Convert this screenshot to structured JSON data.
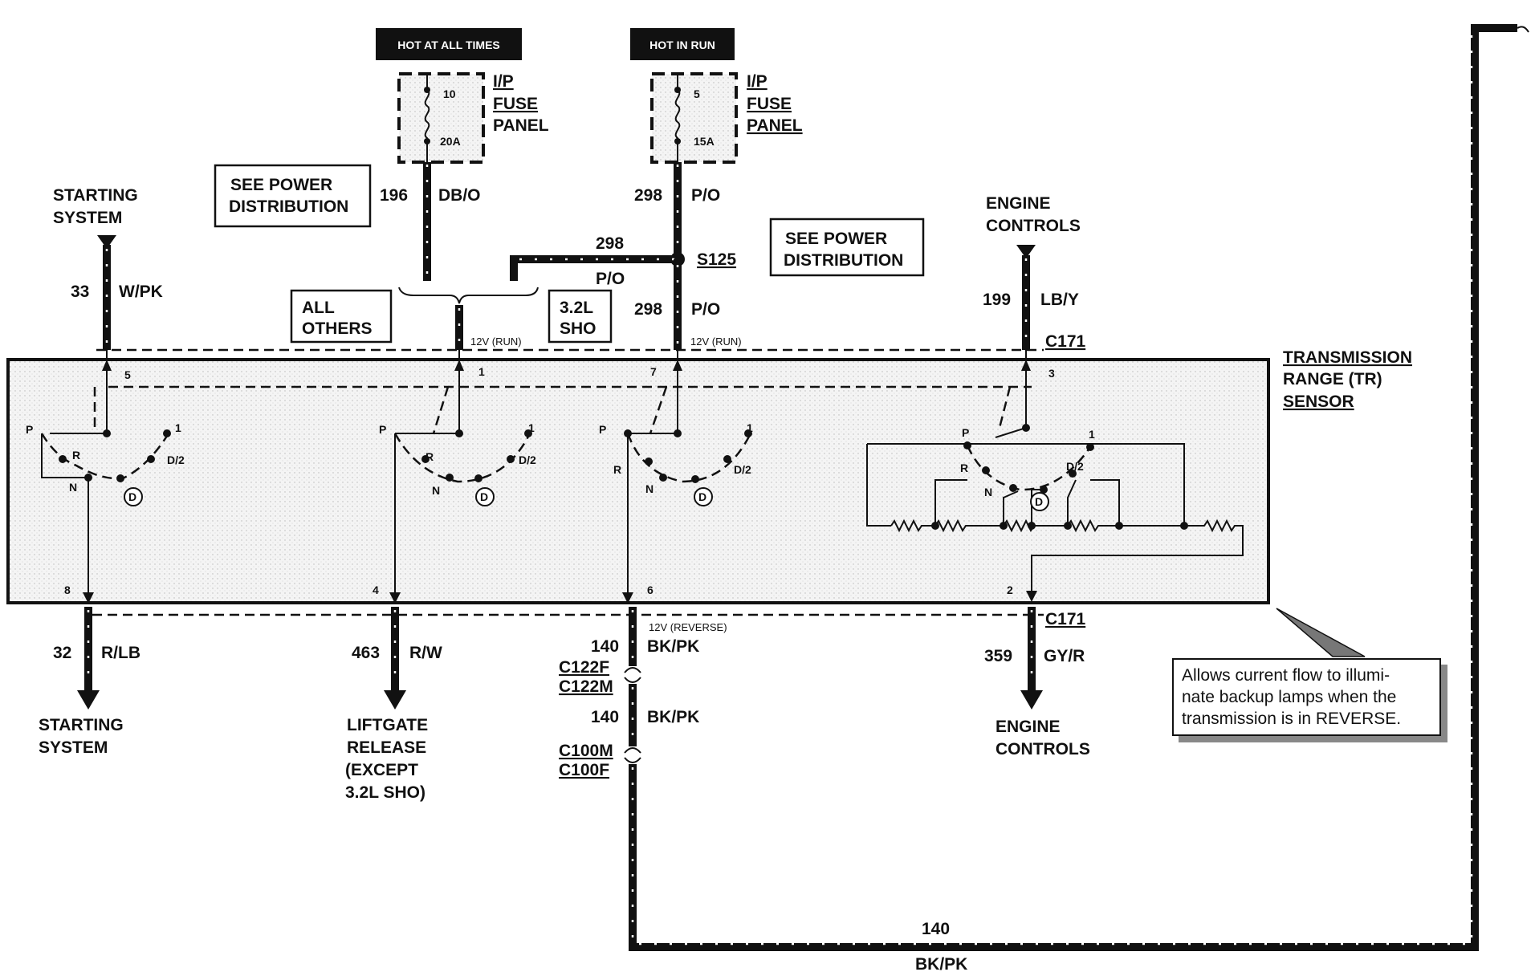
{
  "power": {
    "hot_at_all_times": "HOT AT ALL TIMES",
    "hot_in_run": "HOT IN RUN",
    "fuse1": {
      "panel": [
        "I/P",
        "FUSE",
        "PANEL"
      ],
      "number": "10",
      "rating": "20A"
    },
    "fuse2": {
      "panel": [
        "I/P",
        "FUSE",
        "PANEL"
      ],
      "number": "5",
      "rating": "15A"
    },
    "see_power_distribution": [
      "SEE POWER",
      "DISTRIBUTION"
    ]
  },
  "circuits": {
    "c196": {
      "number": "196",
      "color": "DB/O"
    },
    "c298_top": {
      "number": "298",
      "color": "P/O"
    },
    "c298_branch": {
      "number": "298",
      "color": "P/O"
    },
    "c298_lower": {
      "number": "298",
      "color": "P/O"
    },
    "splice": "S125",
    "c33": {
      "number": "33",
      "color": "W/PK"
    },
    "c199": {
      "number": "199",
      "color": "LB/Y"
    },
    "c32": {
      "number": "32",
      "color": "R/LB"
    },
    "c463": {
      "number": "463",
      "color": "R/W"
    },
    "c140a": {
      "number": "140",
      "color": "BK/PK"
    },
    "c140b": {
      "number": "140",
      "color": "BK/PK"
    },
    "c140c": {
      "number": "140",
      "color": "BK/PK"
    },
    "c359": {
      "number": "359",
      "color": "GY/R"
    }
  },
  "options": {
    "all_others": [
      "ALL",
      "OTHERS"
    ],
    "sho": [
      "3.2L",
      "SHO"
    ]
  },
  "voltages": {
    "run1": "12V (RUN)",
    "run2": "12V (RUN)",
    "reverse": "12V (REVERSE)"
  },
  "connectors": {
    "c171_top": "C171",
    "c171_bottom": "C171",
    "c122f": "C122F",
    "c122m": "C122M",
    "c100m": "C100M",
    "c100f": "C100F"
  },
  "destinations": {
    "starting_top": [
      "STARTING",
      "SYSTEM"
    ],
    "engine_top": [
      "ENGINE",
      "CONTROLS"
    ],
    "starting_bottom": [
      "STARTING",
      "SYSTEM"
    ],
    "liftgate": [
      "LIFTGATE",
      "RELEASE",
      "(EXCEPT",
      "3.2L SHO)"
    ],
    "engine_bottom": [
      "ENGINE",
      "CONTROLS"
    ]
  },
  "sensor": {
    "title": [
      "TRANSMISSION",
      "RANGE (TR)",
      "SENSOR"
    ],
    "pins": {
      "p5": "5",
      "p1": "1",
      "p7": "7",
      "p3": "3",
      "p8": "8",
      "p4": "4",
      "p6": "6",
      "p2": "2"
    },
    "positions": {
      "P": "P",
      "R": "R",
      "N": "N",
      "D": "D",
      "D2": "D/2",
      "one": "1"
    }
  },
  "callout": [
    "Allows current flow to  illumi-",
    "nate backup lamps when the",
    "transmission is in REVERSE."
  ]
}
